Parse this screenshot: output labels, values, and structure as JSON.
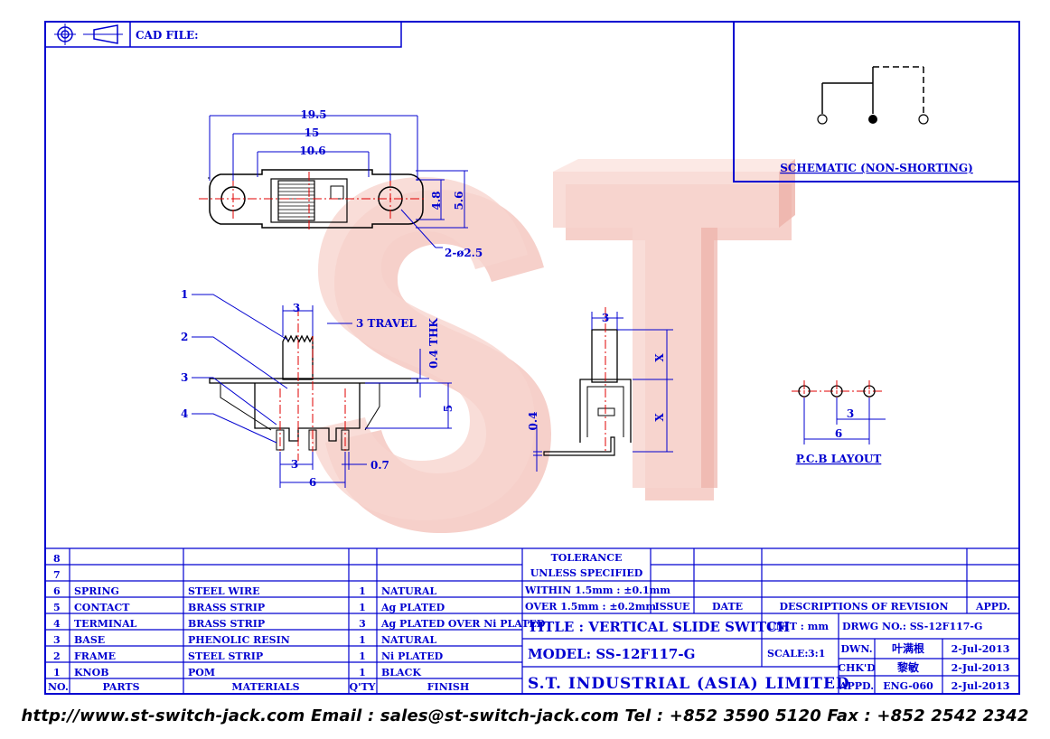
{
  "header": {
    "cad_file_label": "CAD FILE:"
  },
  "schematic": {
    "caption": "SCHEMATIC (NON-SHORTING)"
  },
  "dimensions": {
    "top_overall": "19.5",
    "top_hole_pitch": "15",
    "top_body": "10.6",
    "top_height_inner": "4.8",
    "top_height_outer": "5.6",
    "holes": "2-ø2.5",
    "side_knob": "3",
    "side_travel": "3 TRAVEL",
    "side_thk": "0.4 THK",
    "side_height": "5",
    "side_pitch": "3",
    "side_pin": "0.7",
    "side_span": "6",
    "end_knob": "3",
    "end_x_upper": "X",
    "end_x_lower": "X",
    "end_thk": "0.4",
    "pcb_pitch": "3",
    "pcb_span": "6"
  },
  "callouts": [
    "1",
    "2",
    "3",
    "4"
  ],
  "pcb": {
    "caption": "P.C.B LAYOUT"
  },
  "watermark": {
    "text": "ST"
  },
  "bom": {
    "rows": [
      {
        "no": "8",
        "part": "",
        "material": "",
        "qty": "",
        "finish": ""
      },
      {
        "no": "7",
        "part": "",
        "material": "",
        "qty": "",
        "finish": ""
      },
      {
        "no": "6",
        "part": "SPRING",
        "material": "STEEL WIRE",
        "qty": "1",
        "finish": "NATURAL"
      },
      {
        "no": "5",
        "part": "CONTACT",
        "material": "BRASS STRIP",
        "qty": "1",
        "finish": "Ag PLATED"
      },
      {
        "no": "4",
        "part": "TERMINAL",
        "material": "BRASS STRIP",
        "qty": "3",
        "finish": "Ag PLATED OVER Ni PLATED"
      },
      {
        "no": "3",
        "part": "BASE",
        "material": "PHENOLIC RESIN",
        "qty": "1",
        "finish": "NATURAL"
      },
      {
        "no": "2",
        "part": "FRAME",
        "material": "STEEL STRIP",
        "qty": "1",
        "finish": "Ni PLATED"
      },
      {
        "no": "1",
        "part": "KNOB",
        "material": "POM",
        "qty": "1",
        "finish": "BLACK"
      }
    ],
    "headers": {
      "no": "NO.",
      "part": "PARTS",
      "material": "MATERIALS",
      "qty": "Q'TY",
      "finish": "FINISH"
    }
  },
  "tolerance": {
    "title_1": "TOLERANCE",
    "title_2": "UNLESS SPECIFIED",
    "line_1": "WITHIN 1.5mm : ±0.1mm",
    "line_2": "OVER 1.5mm : ±0.2mm"
  },
  "revision": {
    "issue": "ISSUE",
    "date": "DATE",
    "desc": "DESCRIPTIONS OF REVISION",
    "appd": "APPD."
  },
  "title_block": {
    "title": "TITLE : VERTICAL SLIDE SWITCH",
    "unit": "UNIT : mm",
    "drwg_no": "DRWG NO.: SS-12F117-G",
    "model": "MODEL: SS-12F117-G",
    "scale_label": "SCALE:",
    "scale_value": "3:1",
    "company": "S.T. INDUSTRIAL (ASIA) LIMITED",
    "dwn_label": "DWN.",
    "dwn_name": "叶满根",
    "dwn_date": "2-Jul-2013",
    "chkd_label": "CHK'D",
    "chkd_name": "黎敏",
    "chkd_date": "2-Jul-2013",
    "appd_label": "APPD.",
    "appd_name": "ENG-060",
    "appd_date": "2-Jul-2013"
  },
  "footer": {
    "contact": "http://www.st-switch-jack.com  Email : sales@st-switch-jack.com  Tel : +852 3590 5120  Fax : +852 2542 2342"
  }
}
